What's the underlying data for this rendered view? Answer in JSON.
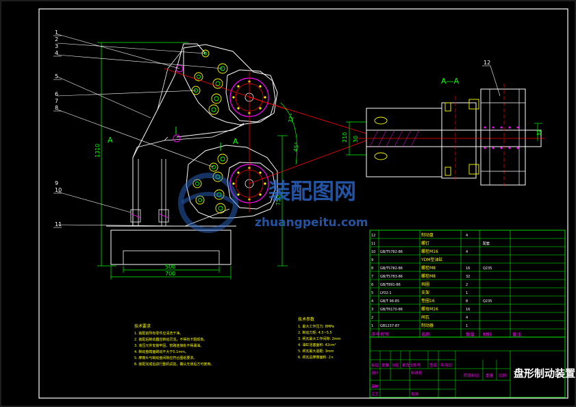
{
  "colors": {
    "background": "#000000",
    "frame": "#ffffff",
    "outline": "#ffffff",
    "dimension": "#00ff00",
    "leader": "#ff00ff",
    "centerline": "#ff0000",
    "hidden": "#ffff00",
    "table": "#00ff00",
    "table_text": "#ffff00",
    "watermark": "#2f6fd8"
  },
  "balloons": [
    "1",
    "2",
    "3",
    "4",
    "5",
    "6",
    "7",
    "8",
    "9",
    "10",
    "11",
    "12"
  ],
  "dimensions": {
    "d_1310": "1310",
    "d_750": "750",
    "d_500": "500",
    "d_700": "700",
    "d_210": "210",
    "d_32": "32",
    "d_30": "30",
    "d_angle": "32°",
    "d_angle2": "45°"
  },
  "section": {
    "mark_a1": "A",
    "mark_a2": "A",
    "view_label": "A—A"
  },
  "watermark": {
    "text_cn": "装配图网",
    "text_url": "zhuangpeitu.com"
  },
  "notes_left": {
    "title": "技术要求",
    "lines": [
      "1. 装配前所有零件应清洗干净。",
      "2. 装配后制动器应转动灵活，不得有卡阻现象。",
      "3. 液压元件安装牢固，管路连接处不得漏油。",
      "4. 制动盘端面跳动不大于0.1mm。",
      "5. 摩擦片与制动盘间隙应符合图纸要求。",
      "6. 装配完成后进行整机试验，确认无误后方可使用。"
    ]
  },
  "notes_right": {
    "title": "技术参数",
    "lines": [
      "1. 最大工作压力: 8MPa",
      "2. 制动力矩: 4.5~5.5",
      "3. 闸瓦最大工作间隙: 2mm",
      "4. 油缸活塞面积: 42cm²",
      "5. 闸瓦最大退距: 3mm",
      "6. 闸瓦总摩擦面积: 2×"
    ]
  },
  "bom": {
    "rows": [
      {
        "no": "12",
        "code": "",
        "name": "制动盘",
        "qty": "4",
        "material": "",
        "note": ""
      },
      {
        "no": "11",
        "code": "",
        "name": "螺钉",
        "qty": "",
        "material": "配套",
        "note": ""
      },
      {
        "no": "10",
        "code": "GB/T5782-86",
        "name": "螺栓M16",
        "qty": "4",
        "material": "",
        "note": ""
      },
      {
        "no": "9",
        "code": "",
        "name": "YDM型油缸",
        "qty": "",
        "material": "",
        "note": ""
      },
      {
        "no": "8",
        "code": "GB/T5782-86",
        "name": "螺栓M8",
        "qty": "16",
        "material": "Q235",
        "note": ""
      },
      {
        "no": "7",
        "code": "GB/T5783-86",
        "name": "螺栓M8",
        "qty": "32",
        "material": "",
        "note": ""
      },
      {
        "no": "6",
        "code": "GB/T891-86",
        "name": "挡圈",
        "qty": "2",
        "material": "",
        "note": ""
      },
      {
        "no": "5",
        "code": "LY02-1",
        "name": "支架",
        "qty": "1",
        "material": "",
        "note": ""
      },
      {
        "no": "4",
        "code": "GB/T 96-85",
        "name": "垫圈16",
        "qty": "8",
        "material": "Q235",
        "note": ""
      },
      {
        "no": "3",
        "code": "GB/T6170-86",
        "name": "螺母M16",
        "qty": "16",
        "material": "",
        "note": ""
      },
      {
        "no": "2",
        "code": "",
        "name": "闸瓦",
        "qty": "4",
        "material": "",
        "note": ""
      },
      {
        "no": "1",
        "code": "GB1237-87",
        "name": "制动器",
        "qty": "1",
        "material": "",
        "note": ""
      }
    ],
    "header": {
      "no": "序号",
      "code": "代号",
      "name": "名称",
      "qty": "数量",
      "material": "材料",
      "note": "备注"
    }
  },
  "title_block": {
    "title": "盘形制动装置",
    "labels": [
      "标记",
      "处数",
      "分区",
      "更改文件号",
      "签名",
      "年月日"
    ],
    "labels2": [
      "设计",
      "标准化",
      "阶段标记",
      "重量",
      "比例"
    ],
    "labels3": [
      "审核",
      "工艺",
      "批准"
    ]
  }
}
